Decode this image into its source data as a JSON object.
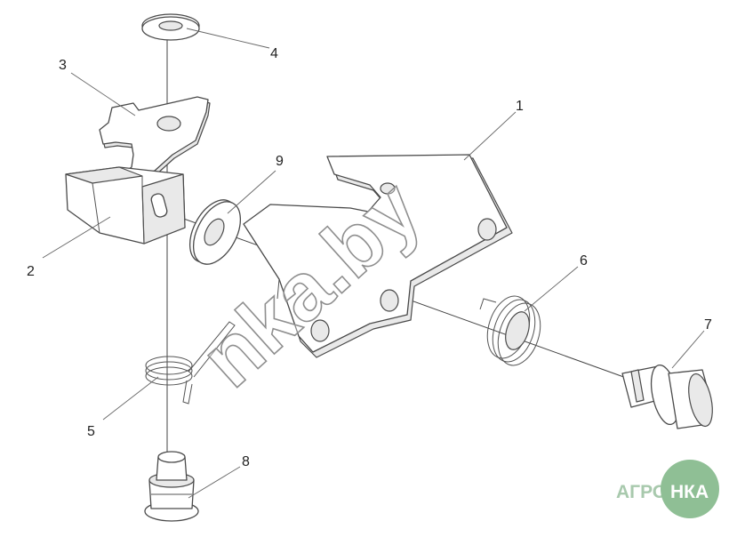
{
  "callouts": {
    "c1": "1",
    "c2": "2",
    "c3": "3",
    "c4": "4",
    "c5": "5",
    "c6": "6",
    "c7": "7",
    "c8": "8",
    "c9": "9"
  },
  "watermark": {
    "text": "nka.by"
  },
  "logo": {
    "left_text": "АГРО",
    "circle_text": "НКА"
  },
  "colors": {
    "line": "#4a4a4a",
    "logo_green": "#8fbf95",
    "background": "#ffffff"
  }
}
